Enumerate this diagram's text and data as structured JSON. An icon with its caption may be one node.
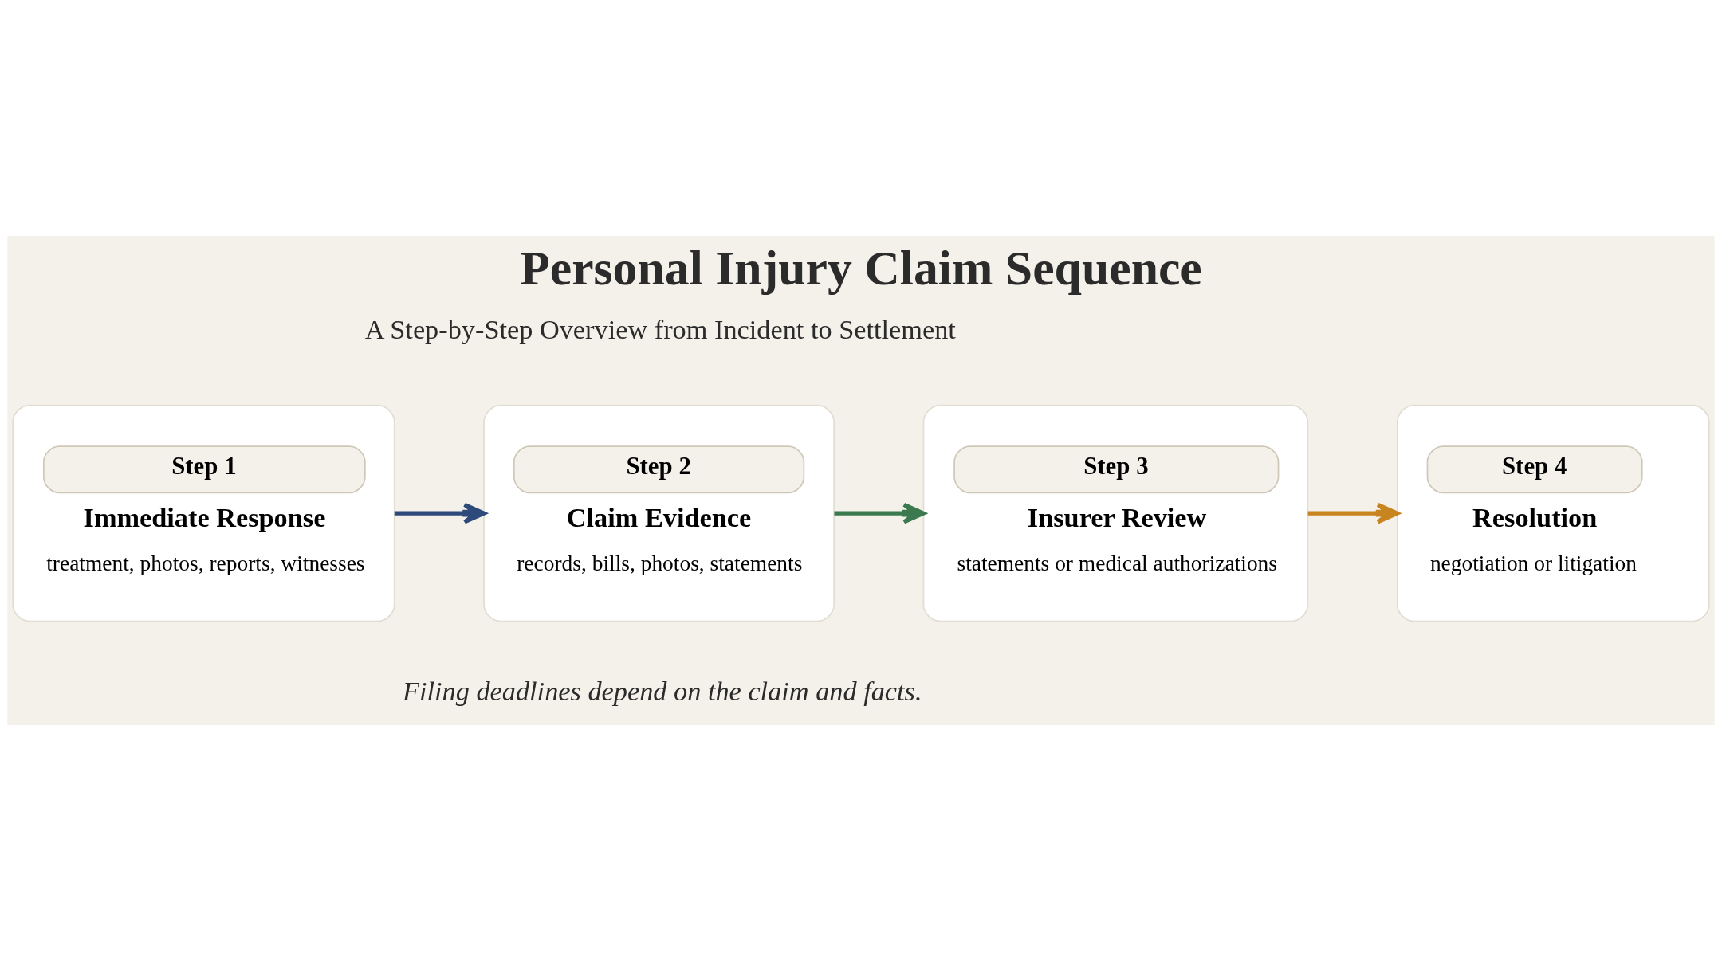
{
  "diagram": {
    "title": "Personal Injury Claim Sequence",
    "nodes": [
      {
        "text": [
          "Step 1",
          "Immediate Response",
          "treatment, photos, reports, witnesses"
        ]
      },
      {
        "text": [
          "Step 2",
          "Claim Evidence",
          "records, bills, photos, statements"
        ]
      },
      {
        "text": [
          "Step 3",
          "Insurer Review",
          "statements or medical authorizations"
        ]
      },
      {
        "text": [
          "Step 4",
          "Resolution",
          "negotiation or litigation"
        ]
      }
    ],
    "edges": [
      {
        "from": 0,
        "to": 1,
        "arrow": "to",
        "color": "#2e4a7a"
      },
      {
        "from": 1,
        "to": 2,
        "arrow": "to",
        "color": "#3b7a4e"
      },
      {
        "from": 2,
        "to": 3,
        "arrow": "to",
        "color": "#c8841f"
      }
    ],
    "labels": [
      "A Step-by-Step Overview from Incident to Settlement",
      "Filing deadlines depend on the claim and facts."
    ]
  }
}
